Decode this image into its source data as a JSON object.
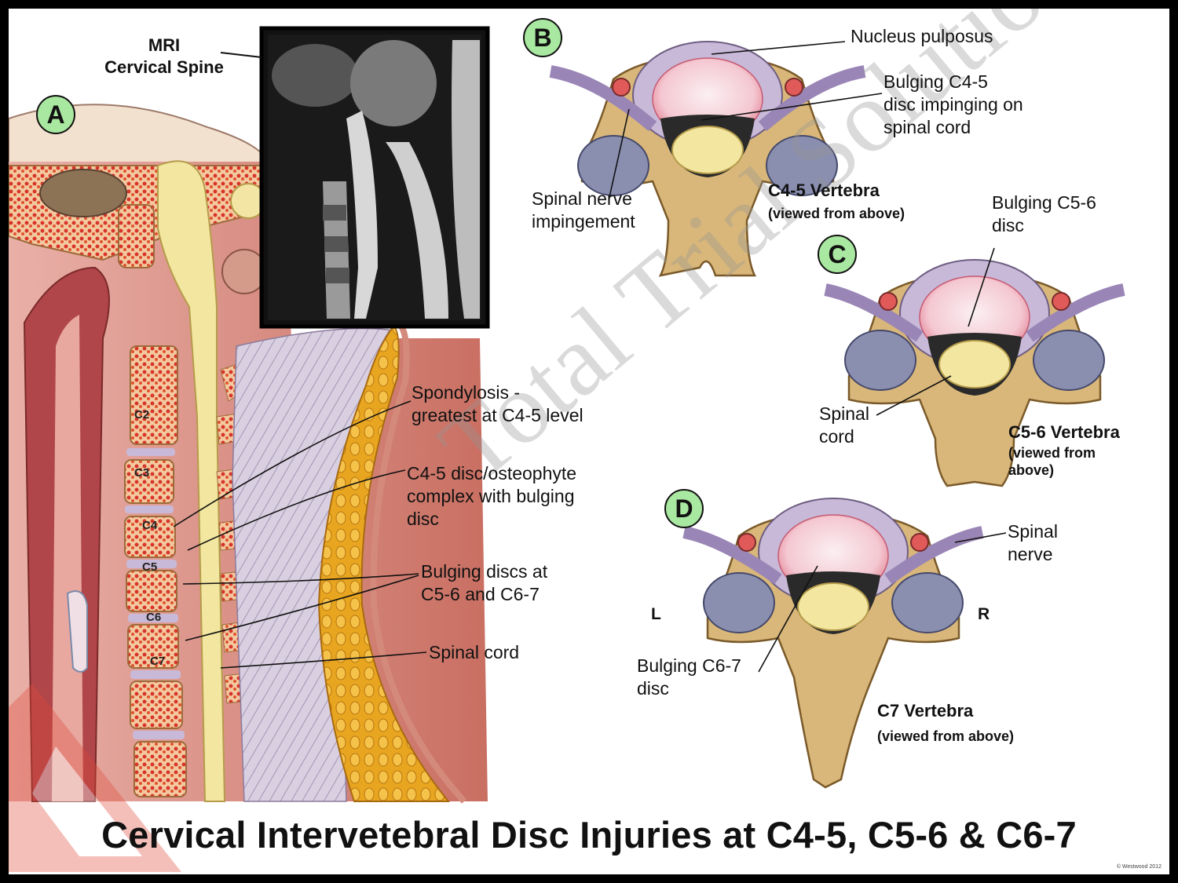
{
  "title": "Cervical Intervetebral Disc Injuries at C4-5, C5-6 & C6-7",
  "watermark": "Total Trial Solutions",
  "credit": "© Westwood 2012",
  "mri_label": "MRI\nCervical Spine",
  "panels": {
    "a": "A",
    "b": "B",
    "c": "C",
    "d": "D"
  },
  "vertebra_labels": [
    "C2",
    "C3",
    "C4",
    "C5",
    "C6",
    "C7"
  ],
  "labels": {
    "spondylosis": "Spondylosis -\ngreatest at C4-5 level",
    "osteophyte": "C4-5 disc/osteophyte\ncomplex with bulging\ndisc",
    "bulging_discs": "Bulging discs at\nC5-6 and C6-7",
    "spinal_cord_a": "Spinal cord",
    "nucleus": "Nucleus pulposus",
    "bulging_c45": "Bulging C4-5\ndisc impinging on\nspinal cord",
    "nerve_impingement": "Spinal nerve\nimpingement",
    "bulging_c56": "Bulging C5-6\ndisc",
    "spinal_cord_c": "Spinal\ncord",
    "spinal_nerve_d": "Spinal\nnerve",
    "bulging_c67": "Bulging C6-7\ndisc"
  },
  "captions": {
    "b_title": "C4-5 Vertebra",
    "b_sub": "(viewed from above)",
    "c_title": "C5-6 Vertebra",
    "c_sub": "(viewed from\nabove)",
    "d_title": "C7 Vertebra",
    "d_sub": "(viewed from above)"
  },
  "sides": {
    "left": "L",
    "right": "R"
  },
  "colors": {
    "bone": "#d9b77a",
    "disc": "#c8b9d8",
    "marrow": "#e0442a",
    "cord": "#f2e6a0",
    "badge": "#a9e8a0",
    "fat": "#e8a620"
  }
}
